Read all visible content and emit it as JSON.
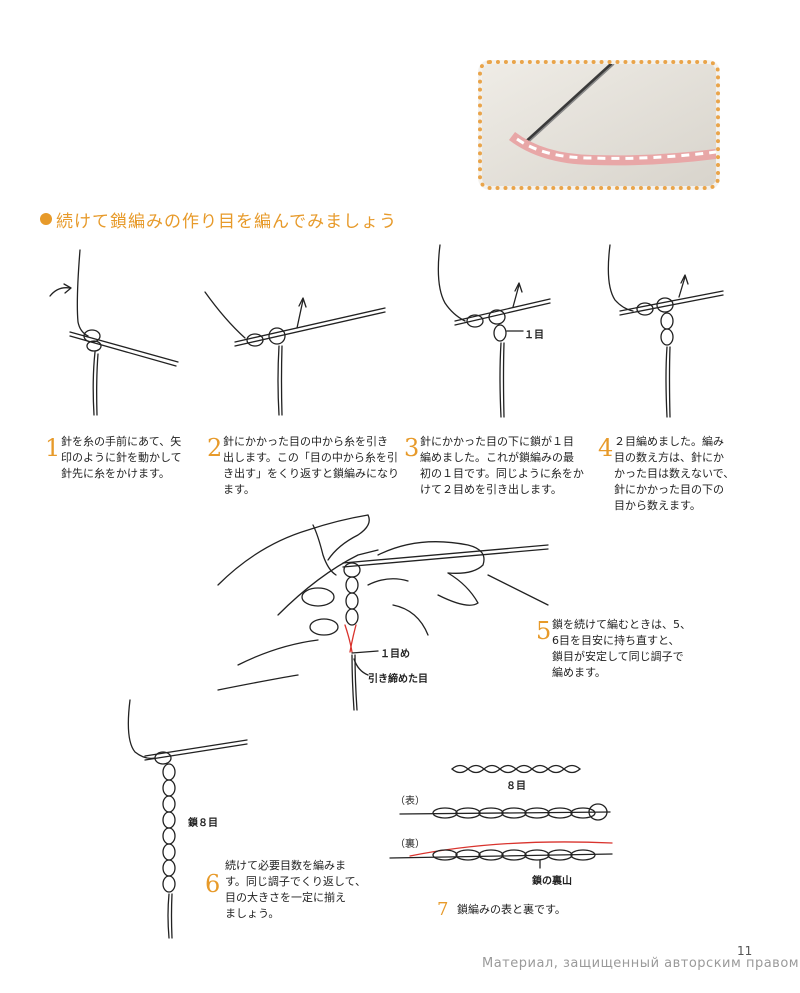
{
  "section_title": "続けて鎖編みの作り目を編んでみましょう",
  "photo": {
    "icon": "crochet-hook-photo"
  },
  "steps": [
    {
      "num": "1",
      "text": "針を糸の手前にあて、矢\n印のように針を動かして\n針先に糸をかけます。"
    },
    {
      "num": "2",
      "text": "針にかかった目の中から糸を引き\n出します。この「目の中から糸を引\nき出す」をくり返すと鎖編みになり\nます。"
    },
    {
      "num": "3",
      "text": "針にかかった目の下に鎖が１目\n編めました。これが鎖編みの最\n初の１目です。同じように糸をか\nけて２目めを引き出します。"
    },
    {
      "num": "4",
      "text": "２目編めました。編み\n目の数え方は、針にか\nかった目は数えないで、\n針にかかった目の下の\n目から数えます。"
    },
    {
      "num": "5",
      "text": "鎖を続けて編むときは、5、\n6目を目安に持ち直すと、\n鎖目が安定して同じ調子で\n編めます。"
    },
    {
      "num": "6",
      "text": "続けて必要目数を編みま\nす。同じ調子でくり返して、\n目の大きさを一定に揃え\nましょう。"
    }
  ],
  "labels": {
    "step3_count": "１目",
    "hand_first": "１目め",
    "hand_tightened": "引き締めた目",
    "chain8": "鎖８目",
    "eight": "８目",
    "front": "（表）",
    "back": "（裏）",
    "back_bump": "鎖の裏山"
  },
  "caption_num": "7",
  "caption": "鎖編みの表と裏です。",
  "page_number": "11",
  "watermark": "Материал, защищенный авторским правом",
  "colors": {
    "accent": "#e79a2a",
    "red": "#d9332d",
    "ink": "#222222"
  }
}
